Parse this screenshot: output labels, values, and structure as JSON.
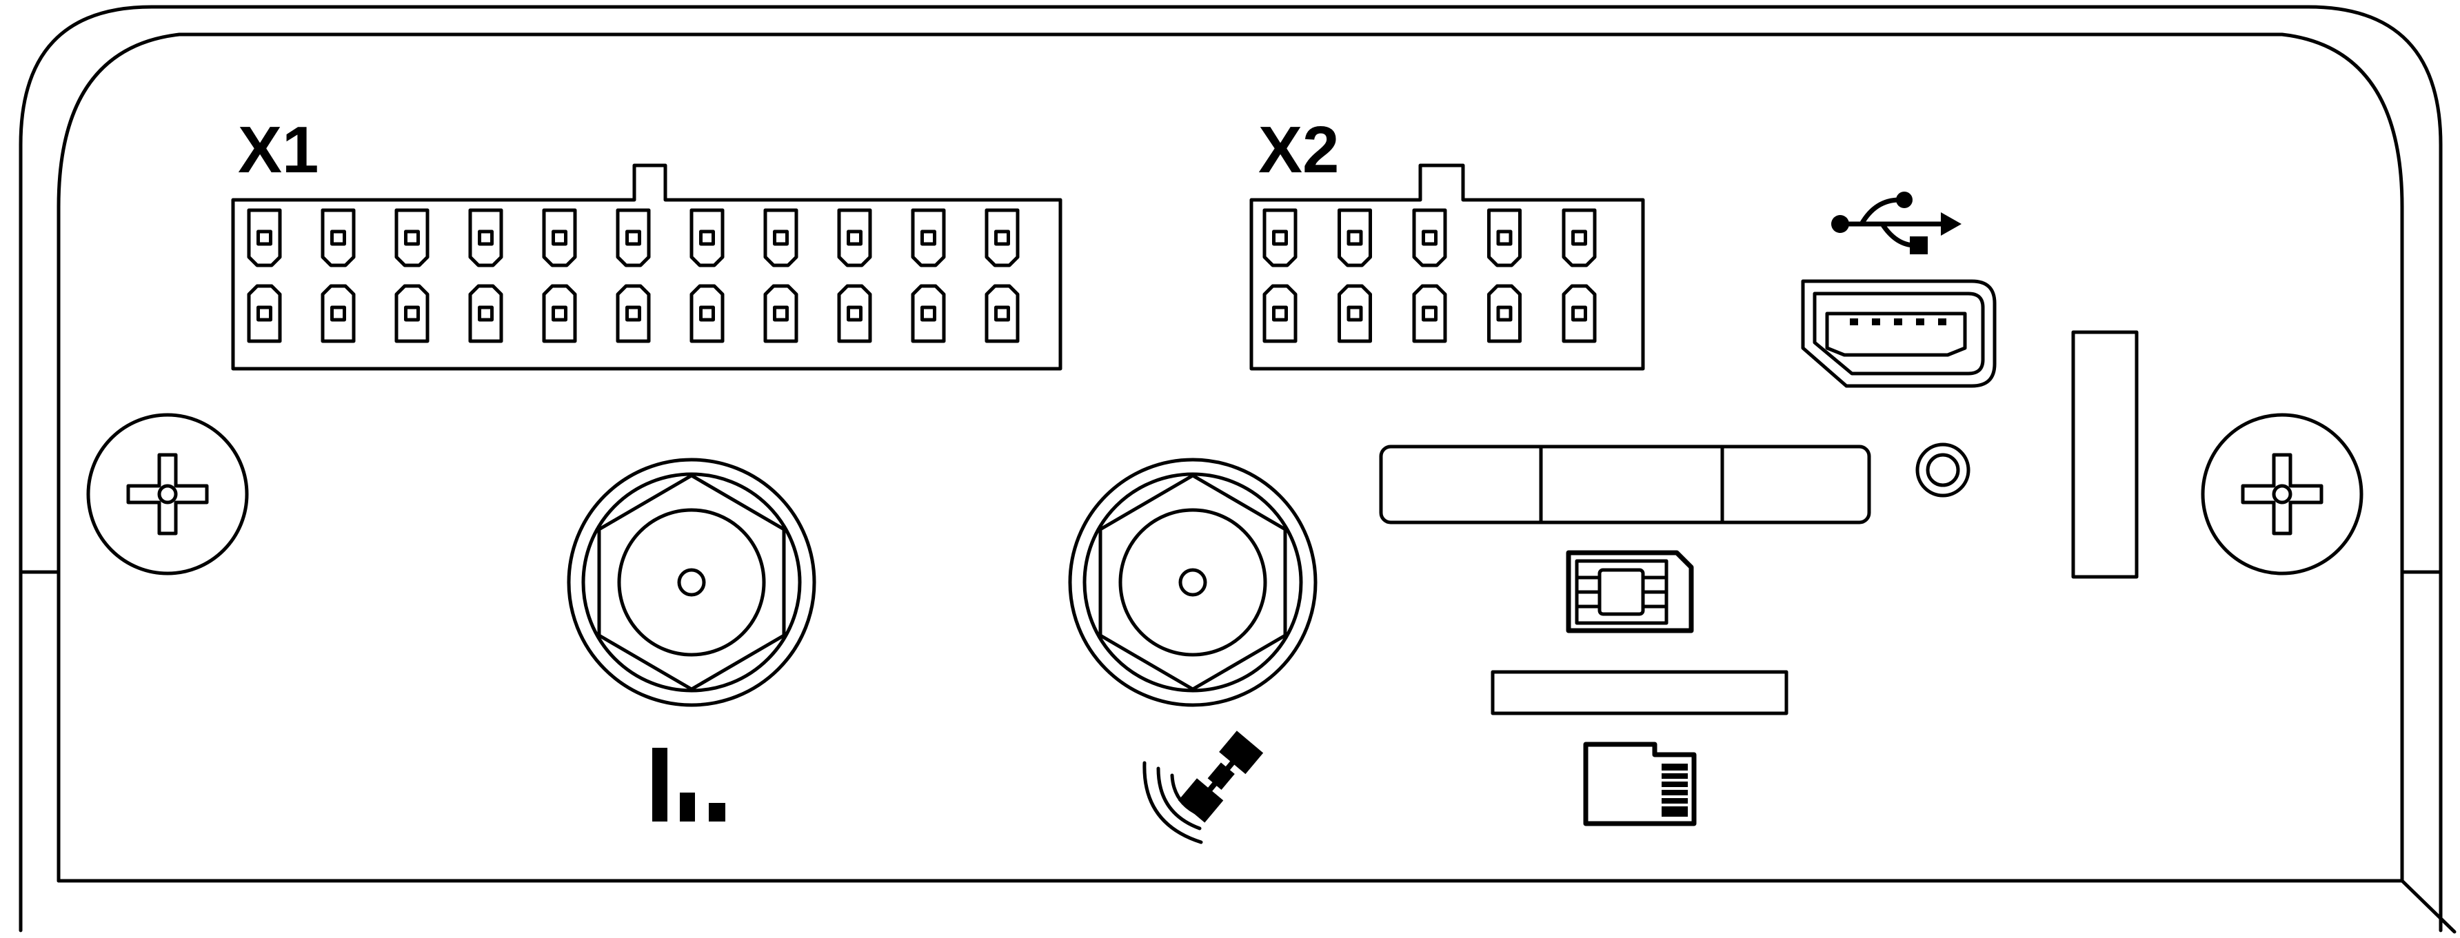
{
  "panel": {
    "connectors": [
      {
        "label": "X1",
        "pins_per_row": 11,
        "rows": 2
      },
      {
        "label": "X2",
        "pins_per_row": 5,
        "rows": 2
      }
    ]
  },
  "colors": {
    "line": "#000000",
    "background": "#ffffff"
  },
  "icons": [
    "usb-icon",
    "signal-strength-icon",
    "satellite-gps-icon",
    "sim-card-icon",
    "microsd-card-icon"
  ]
}
